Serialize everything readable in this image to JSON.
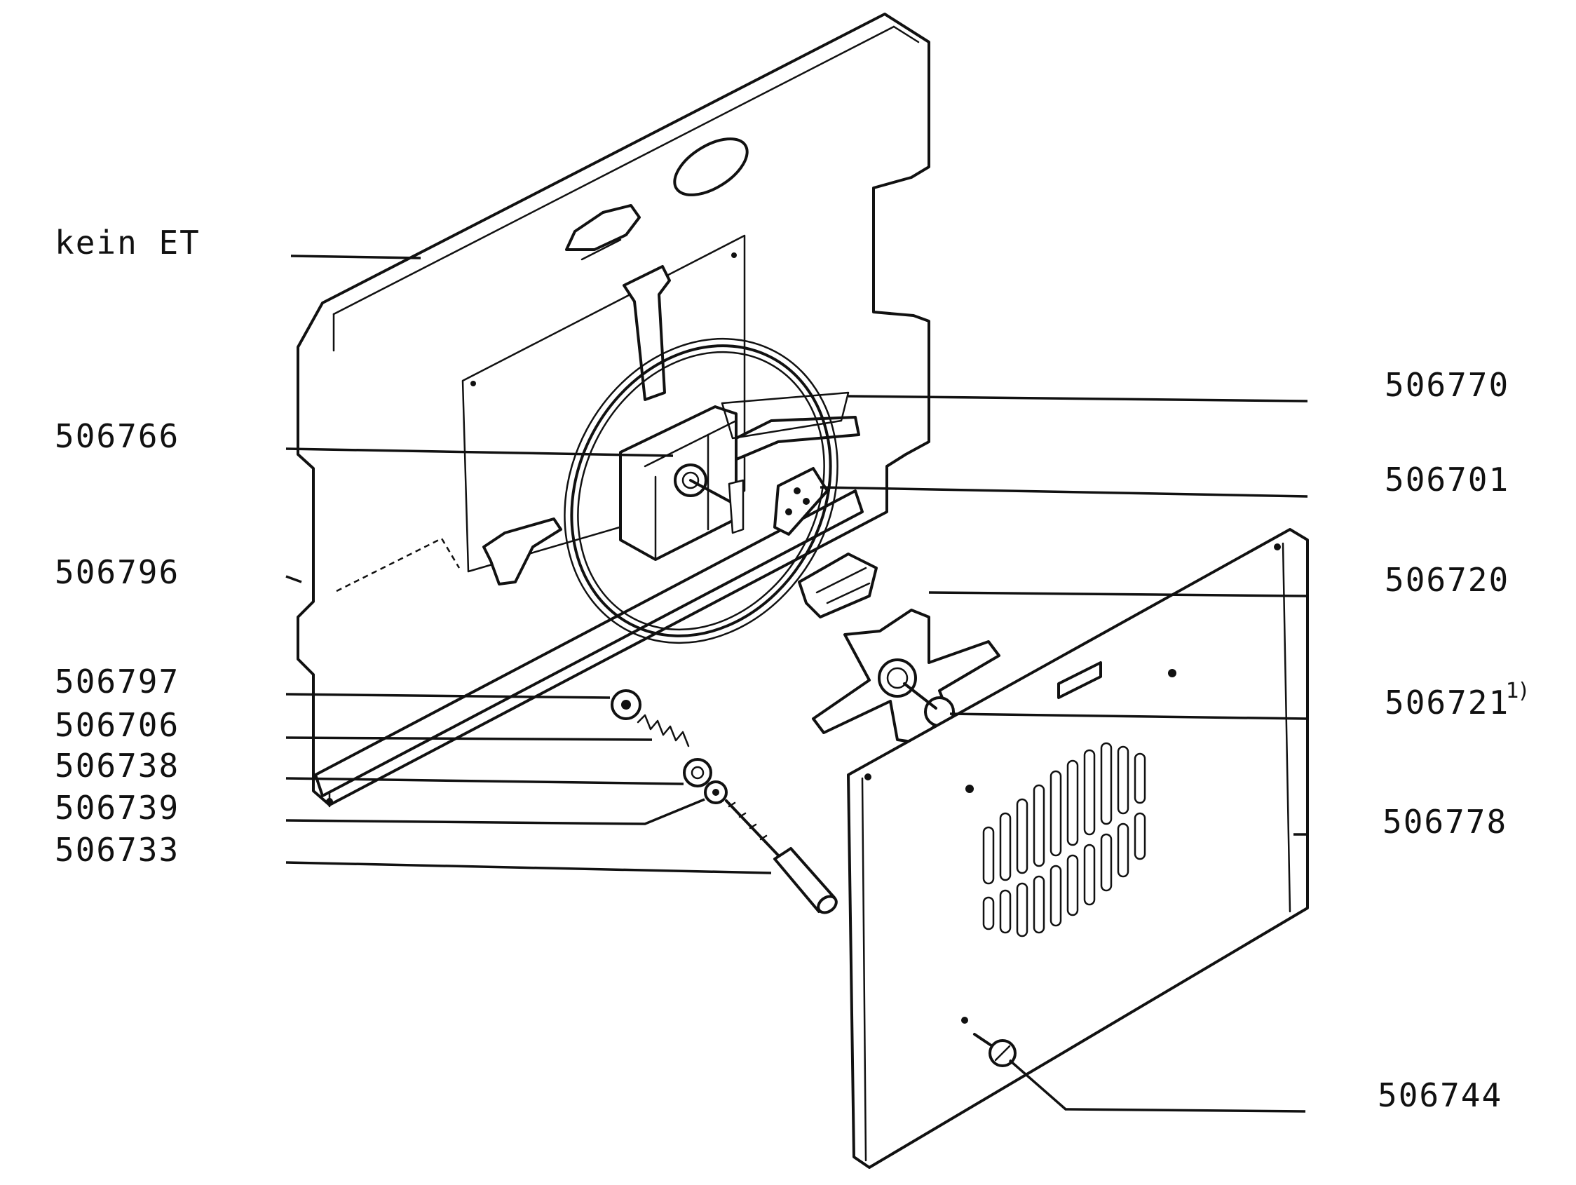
{
  "diagram": {
    "labels": {
      "kein_et": "kein ET",
      "p506766": "506766",
      "p506796": "506796",
      "p506797": "506797",
      "p506706": "506706",
      "p506738": "506738",
      "p506739": "506739",
      "p506733": "506733",
      "p506770": "506770",
      "p506701": "506701",
      "p506720": "506720",
      "p506721": "506721",
      "p506721_note": "1)",
      "p506778": "506778",
      "p506744": "506744"
    }
  }
}
